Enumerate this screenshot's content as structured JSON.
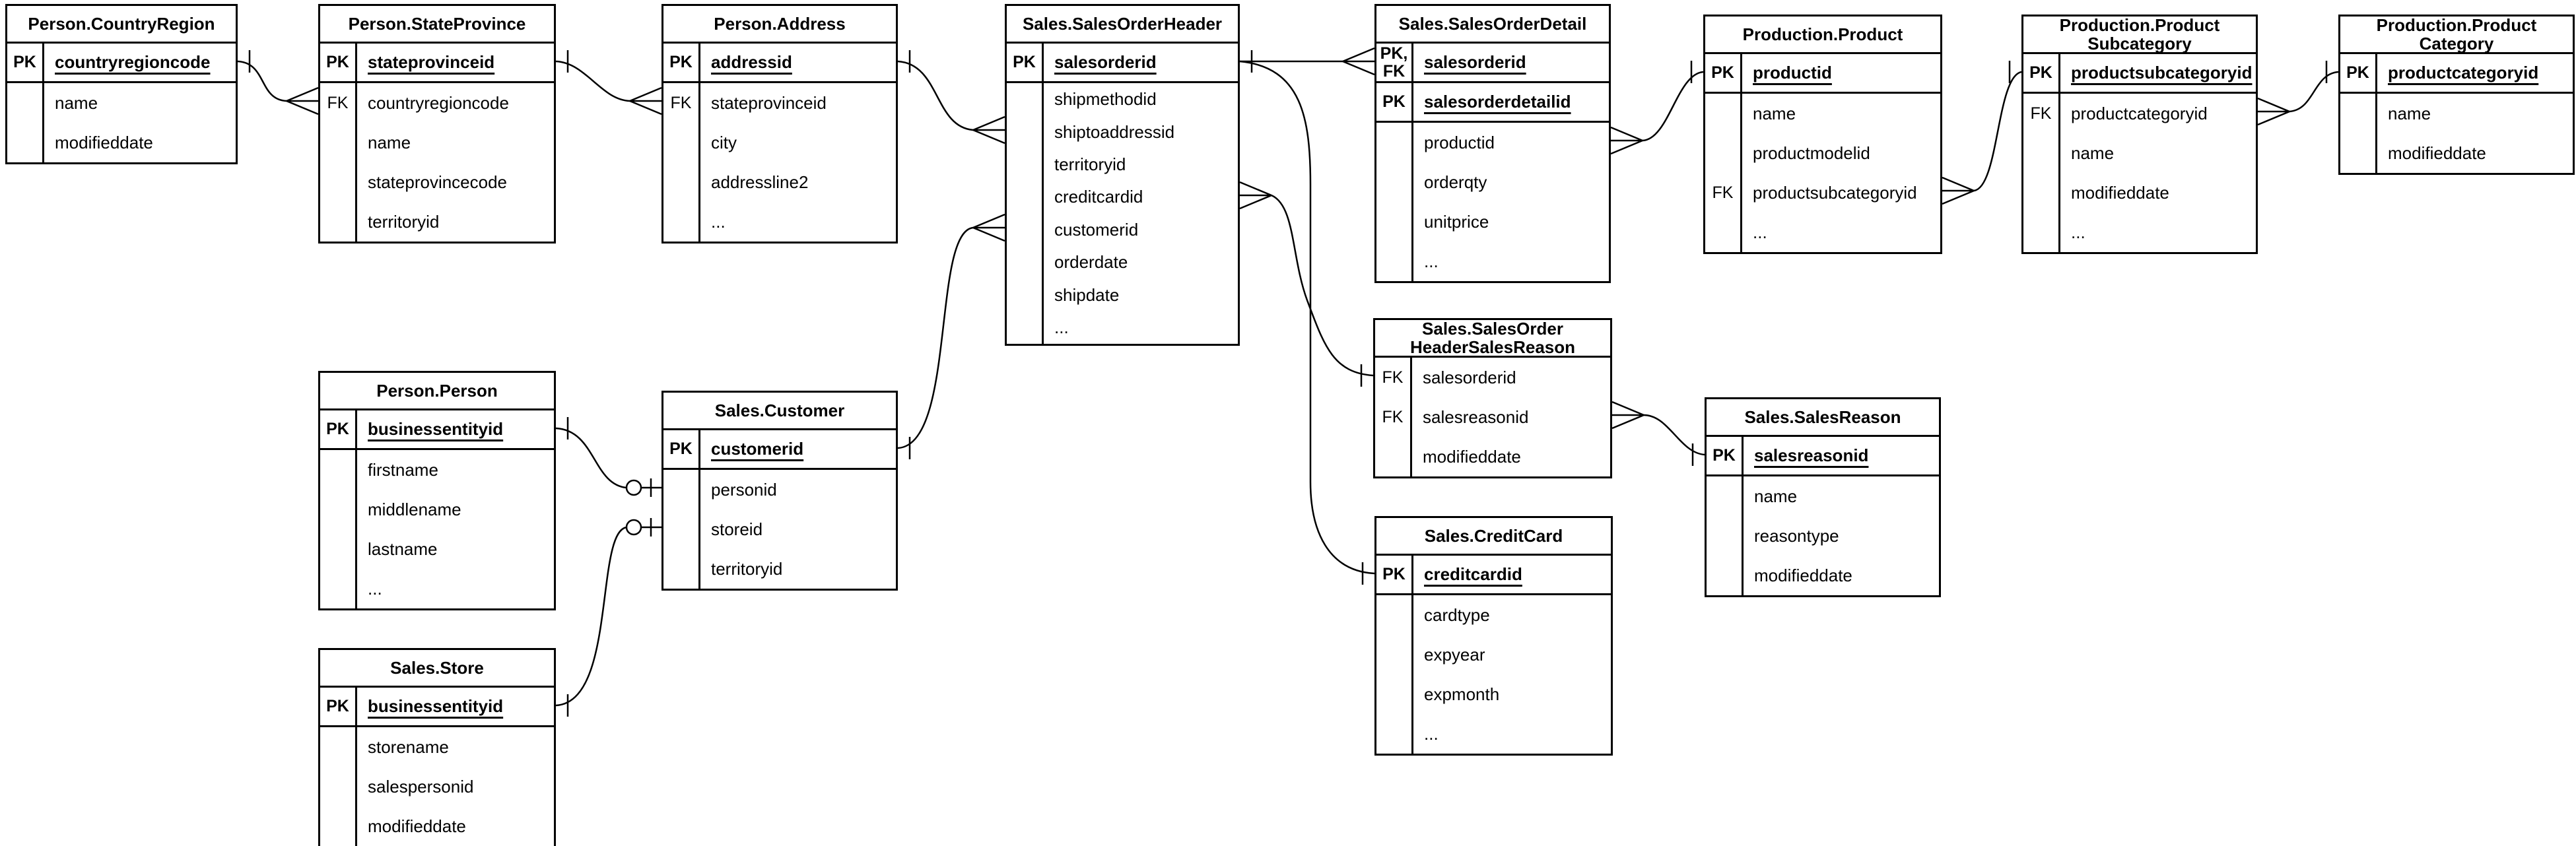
{
  "diagram": {
    "background_color": "#ffffff",
    "line_color": "#000000",
    "entities": [
      {
        "id": "country_region",
        "title": [
          "Person.CountryRegion"
        ],
        "rows": [
          {
            "tag": "PK",
            "label": "countryregioncode",
            "key": true
          },
          {
            "tag": "",
            "label": "name",
            "key": false
          },
          {
            "tag": "",
            "label": "modifieddate",
            "key": false
          }
        ]
      },
      {
        "id": "state_province",
        "title": [
          "Person.StateProvince"
        ],
        "rows": [
          {
            "tag": "PK",
            "label": "stateprovinceid",
            "key": true
          },
          {
            "tag": "FK",
            "label": "countryregioncode",
            "key": false
          },
          {
            "tag": "",
            "label": "name",
            "key": false
          },
          {
            "tag": "",
            "label": "stateprovincecode",
            "key": false
          },
          {
            "tag": "",
            "label": "territoryid",
            "key": false
          }
        ]
      },
      {
        "id": "address",
        "title": [
          "Person.Address"
        ],
        "rows": [
          {
            "tag": "PK",
            "label": "addressid",
            "key": true
          },
          {
            "tag": "FK",
            "label": "stateprovinceid",
            "key": false
          },
          {
            "tag": "",
            "label": "city",
            "key": false
          },
          {
            "tag": "",
            "label": "addressline2",
            "key": false
          },
          {
            "tag": "",
            "label": "...",
            "key": false
          }
        ]
      },
      {
        "id": "order_header",
        "title": [
          "Sales.SalesOrderHeader"
        ],
        "rows": [
          {
            "tag": "PK",
            "label": "salesorderid",
            "key": true
          },
          {
            "tag": "",
            "label": "shipmethodid",
            "key": false
          },
          {
            "tag": "",
            "label": "shiptoaddressid",
            "key": false
          },
          {
            "tag": "",
            "label": "territoryid",
            "key": false
          },
          {
            "tag": "",
            "label": "creditcardid",
            "key": false
          },
          {
            "tag": "",
            "label": "customerid",
            "key": false
          },
          {
            "tag": "",
            "label": "orderdate",
            "key": false
          },
          {
            "tag": "",
            "label": "shipdate",
            "key": false
          },
          {
            "tag": "",
            "label": "...",
            "key": false
          }
        ]
      },
      {
        "id": "order_detail",
        "title": [
          "Sales.SalesOrderDetail"
        ],
        "rows": [
          {
            "tag": "PK,\nFK",
            "label": "salesorderid",
            "key": true
          },
          {
            "tag": "PK",
            "label": "salesorderdetailid",
            "key": true
          },
          {
            "tag": "",
            "label": "productid",
            "key": false
          },
          {
            "tag": "",
            "label": "orderqty",
            "key": false
          },
          {
            "tag": "",
            "label": "unitprice",
            "key": false
          },
          {
            "tag": "",
            "label": "...",
            "key": false
          }
        ]
      },
      {
        "id": "product",
        "title": [
          "Production.Product"
        ],
        "rows": [
          {
            "tag": "PK",
            "label": "productid",
            "key": true
          },
          {
            "tag": "",
            "label": "name",
            "key": false
          },
          {
            "tag": "",
            "label": "productmodelid",
            "key": false
          },
          {
            "tag": "FK",
            "label": "productsubcategoryid",
            "key": false
          },
          {
            "tag": "",
            "label": "...",
            "key": false
          }
        ]
      },
      {
        "id": "subcategory",
        "title": [
          "Production.Product",
          "Subcategory"
        ],
        "rows": [
          {
            "tag": "PK",
            "label": "productsubcategoryid",
            "key": true
          },
          {
            "tag": "FK",
            "label": "productcategoryid",
            "key": false
          },
          {
            "tag": "",
            "label": "name",
            "key": false
          },
          {
            "tag": "",
            "label": "modifieddate",
            "key": false
          },
          {
            "tag": "",
            "label": "...",
            "key": false
          }
        ]
      },
      {
        "id": "category",
        "title": [
          "Production.Product",
          "Category"
        ],
        "rows": [
          {
            "tag": "PK",
            "label": "productcategoryid",
            "key": true
          },
          {
            "tag": "",
            "label": "name",
            "key": false
          },
          {
            "tag": "",
            "label": "modifieddate",
            "key": false
          }
        ]
      },
      {
        "id": "person",
        "title": [
          "Person.Person"
        ],
        "rows": [
          {
            "tag": "PK",
            "label": "businessentityid",
            "key": true
          },
          {
            "tag": "",
            "label": "firstname",
            "key": false
          },
          {
            "tag": "",
            "label": "middlename",
            "key": false
          },
          {
            "tag": "",
            "label": "lastname",
            "key": false
          },
          {
            "tag": "",
            "label": "...",
            "key": false
          }
        ]
      },
      {
        "id": "customer",
        "title": [
          "Sales.Customer"
        ],
        "rows": [
          {
            "tag": "PK",
            "label": "customerid",
            "key": true
          },
          {
            "tag": "",
            "label": "personid",
            "key": false
          },
          {
            "tag": "",
            "label": "storeid",
            "key": false
          },
          {
            "tag": "",
            "label": "territoryid",
            "key": false
          }
        ]
      },
      {
        "id": "store",
        "title": [
          "Sales.Store"
        ],
        "rows": [
          {
            "tag": "PK",
            "label": "businessentityid",
            "key": true
          },
          {
            "tag": "",
            "label": "storename",
            "key": false
          },
          {
            "tag": "",
            "label": "salespersonid",
            "key": false
          },
          {
            "tag": "",
            "label": "modifieddate",
            "key": false
          }
        ]
      },
      {
        "id": "header_sales_reason",
        "title": [
          "Sales.SalesOrder",
          "HeaderSalesReason"
        ],
        "rows": [
          {
            "tag": "FK",
            "label": "salesorderid",
            "key": false
          },
          {
            "tag": "FK",
            "label": "salesreasonid",
            "key": false
          },
          {
            "tag": "",
            "label": "modifieddate",
            "key": false
          }
        ]
      },
      {
        "id": "sales_reason",
        "title": [
          "Sales.SalesReason"
        ],
        "rows": [
          {
            "tag": "PK",
            "label": "salesreasonid",
            "key": true
          },
          {
            "tag": "",
            "label": "name",
            "key": false
          },
          {
            "tag": "",
            "label": "reasontype",
            "key": false
          },
          {
            "tag": "",
            "label": "modifieddate",
            "key": false
          }
        ]
      },
      {
        "id": "credit_card",
        "title": [
          "Sales.CreditCard"
        ],
        "rows": [
          {
            "tag": "PK",
            "label": "creditcardid",
            "key": true
          },
          {
            "tag": "",
            "label": "cardtype",
            "key": false
          },
          {
            "tag": "",
            "label": "expyear",
            "key": false
          },
          {
            "tag": "",
            "label": "expmonth",
            "key": false
          },
          {
            "tag": "",
            "label": "...",
            "key": false
          }
        ]
      }
    ],
    "relationships": [
      {
        "from": "Person.CountryRegion.countryregioncode",
        "from_marker": "one",
        "to": "Person.StateProvince.countryregioncode",
        "to_marker": "many"
      },
      {
        "from": "Person.StateProvince.stateprovinceid",
        "from_marker": "one",
        "to": "Person.Address.stateprovinceid",
        "to_marker": "many"
      },
      {
        "from": "Person.Address.addressid",
        "from_marker": "one",
        "to": "Sales.SalesOrderHeader.shiptoaddressid",
        "to_marker": "many"
      },
      {
        "from": "Sales.Customer.customerid",
        "from_marker": "one",
        "to": "Sales.SalesOrderHeader.customerid",
        "to_marker": "many"
      },
      {
        "from": "Person.Person.businessentityid",
        "from_marker": "one",
        "to": "Sales.Customer.personid",
        "to_marker": "zero-or-one"
      },
      {
        "from": "Sales.Store.businessentityid",
        "from_marker": "one",
        "to": "Sales.Customer.storeid",
        "to_marker": "zero-or-one"
      },
      {
        "from": "Sales.SalesOrderHeader.salesorderid",
        "from_marker": "one",
        "to": "Sales.SalesOrderDetail.salesorderid",
        "to_marker": "many"
      },
      {
        "from": "Sales.SalesOrderHeader.salesorderid",
        "from_marker": "one",
        "to": "Sales.CreditCard.creditcardid",
        "to_marker": "one"
      },
      {
        "from": "Sales.SalesOrderHeader.creditcardid",
        "from_marker": "many",
        "to": "Sales.SalesOrderHeaderSalesReason.salesorderid",
        "to_marker": "one"
      },
      {
        "from": "Sales.SalesOrderDetail.productid",
        "from_marker": "many",
        "to": "Production.Product.productid",
        "to_marker": "one"
      },
      {
        "from": "Production.Product.productsubcategoryid",
        "from_marker": "many",
        "to": "Production.ProductSubcategory.productsubcategoryid",
        "to_marker": "one"
      },
      {
        "from": "Production.ProductSubcategory.productcategoryid",
        "from_marker": "many",
        "to": "Production.ProductCategory.productcategoryid",
        "to_marker": "one"
      },
      {
        "from": "Sales.SalesOrderHeaderSalesReason.salesreasonid",
        "from_marker": "many",
        "to": "Sales.SalesReason.salesreasonid",
        "to_marker": "one"
      }
    ]
  }
}
